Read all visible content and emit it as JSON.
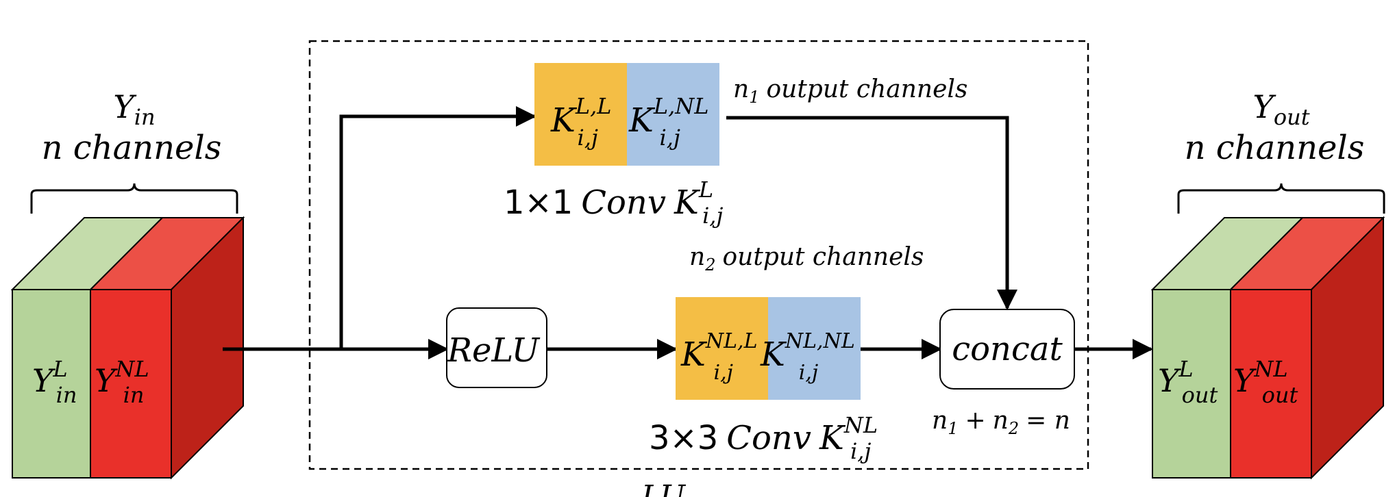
{
  "input": {
    "title": "Y",
    "title_sub": "in",
    "channels": "n channels",
    "left_base": "Y",
    "left_sup": "L",
    "left_sub": "in",
    "right_base": "Y",
    "right_sup": "NL",
    "right_sub": "in"
  },
  "output": {
    "title": "Y",
    "title_sub": "out",
    "channels": "n channels",
    "left_base": "Y",
    "left_sup": "L",
    "left_sub": "out",
    "right_base": "Y",
    "right_sup": "NL",
    "right_sub": "out"
  },
  "conv1": {
    "k1_base": "K",
    "k1_sup": "L,L",
    "k1_sub": "i,j",
    "k2_base": "K",
    "k2_sup": "L,NL",
    "k2_sub": "i,j",
    "label_prefix": "1×1",
    "label_conv": "Conv",
    "label_k": "K",
    "label_sup": "L",
    "label_sub": "i,j",
    "channels_var": "n",
    "channels_sub": "1",
    "channels_text": "output channels"
  },
  "conv3": {
    "k1_base": "K",
    "k1_sup": "NL,L",
    "k1_sub": "i,j",
    "k2_base": "K",
    "k2_sup": "NL,NL",
    "k2_sub": "i,j",
    "label_prefix": "3×3",
    "label_conv": "Conv",
    "label_k": "K",
    "label_sup": "NL",
    "label_sub": "i,j",
    "channels_var": "n",
    "channels_sub": "2",
    "channels_text": "output channels"
  },
  "relu_label": "ReLU",
  "concat_label": "concat",
  "sum_eq": {
    "a": "n",
    "a_sub": "1",
    "plus": "+",
    "b": "n",
    "b_sub": "2",
    "eq": "= n"
  },
  "colors": {
    "green_front": "#b5d39a",
    "green_top": "#c4dcab",
    "red_front": "#e9302a",
    "red_top": "#ec5046",
    "red_side": "#bd2219",
    "yellow": "#f4be45",
    "blue": "#a8c4e4"
  }
}
